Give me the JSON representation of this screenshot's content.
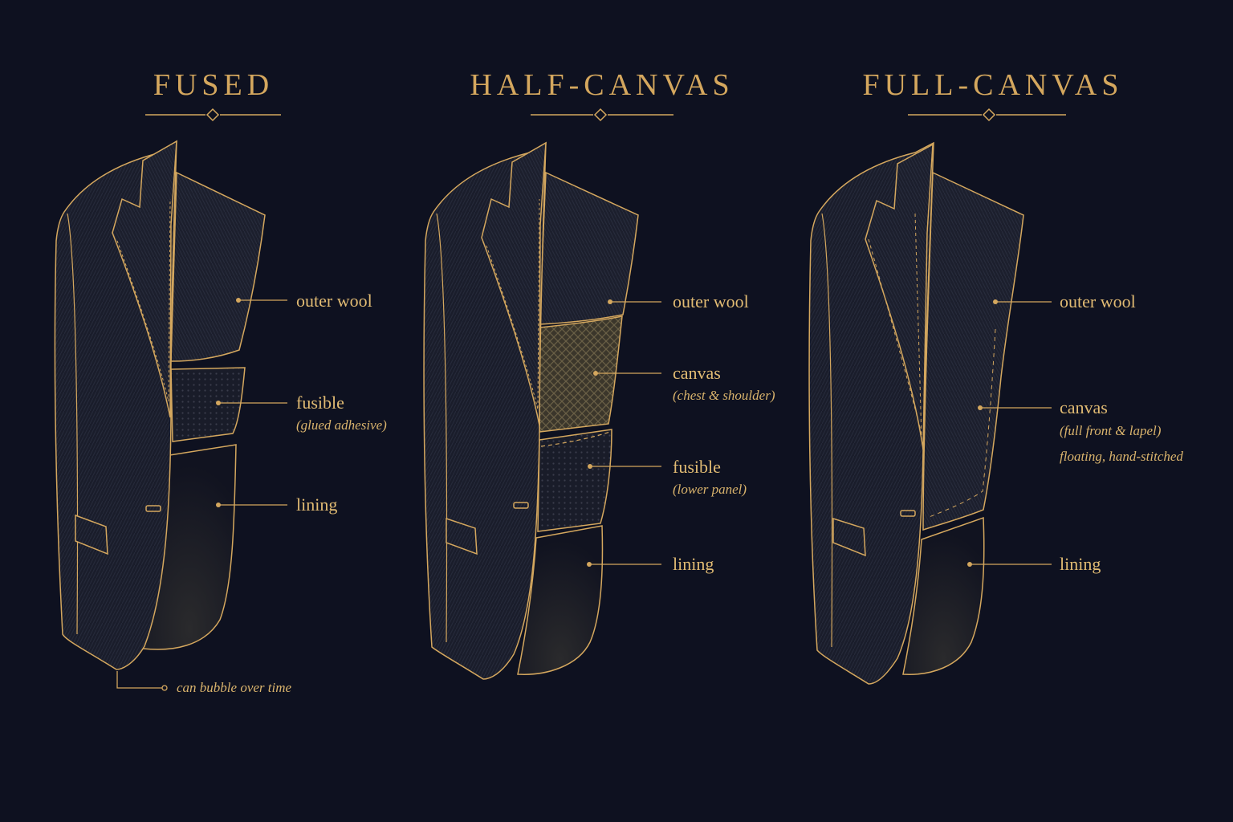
{
  "columns": [
    {
      "title": "FUSED",
      "labels": {
        "outer": "outer wool",
        "fusible": "fusible",
        "fusible_note": "(glued adhesive)",
        "lining": "lining",
        "bubble_note": "can bubble over time"
      }
    },
    {
      "title": "HALF-CANVAS",
      "labels": {
        "outer": "outer wool",
        "canvas": "canvas",
        "canvas_note": "(chest & shoulder)",
        "fusible": "fusible",
        "fusible_note": "(lower panel)",
        "lining": "lining"
      }
    },
    {
      "title": "FULL-CANVAS",
      "labels": {
        "outer": "outer wool",
        "canvas": "canvas",
        "canvas_note": "(full front & lapel)",
        "canvas_note2": "floating, hand-stitched",
        "lining": "lining"
      }
    }
  ],
  "colors": {
    "background": "#0e1120",
    "gold": "#d4a75e",
    "wool": "#1a1d2b",
    "lining": "#12141f",
    "canvas": "#4a4436"
  }
}
